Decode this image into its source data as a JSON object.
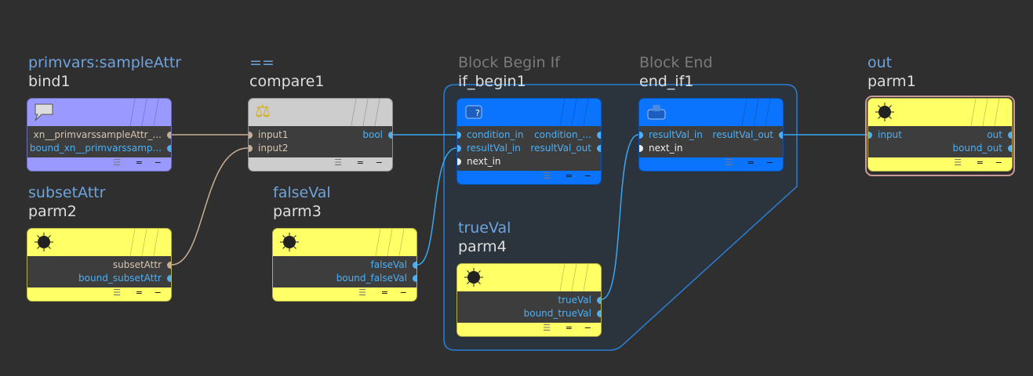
{
  "colors": {
    "bind": "#9a99ff",
    "compare": "#cdcdcd",
    "block": "#0b74ff",
    "parm": "#ffff66",
    "wire_tan": "#c8ae95",
    "wire_blue": "#3aa8f0",
    "block_outline": "#2a7fd4"
  },
  "nodes": {
    "bind1": {
      "type": "primvars:sampleAttr",
      "name": "bind1",
      "icon": "speech-bubble-icon",
      "outputs": [
        "xn__primvarssampleAttr_...",
        "bound_xn__primvarssamp..."
      ]
    },
    "compare1": {
      "type": "==",
      "name": "compare1",
      "icon": "scales-icon",
      "inputs": [
        "input1",
        "input2"
      ],
      "outputs": [
        "bool"
      ]
    },
    "if_begin1": {
      "type": "Block Begin If",
      "name": "if_begin1",
      "icon": "block-if-icon",
      "inputs": [
        "condition_in",
        "resultVal_in",
        "next_in"
      ],
      "outputs": [
        "condition_...",
        "resultVal_out"
      ]
    },
    "end_if1": {
      "type": "Block End",
      "name": "end_if1",
      "icon": "block-end-icon",
      "inputs": [
        "resultVal_in",
        "next_in"
      ],
      "outputs": [
        "resultVal_out"
      ]
    },
    "parm1": {
      "type": "out",
      "name": "parm1",
      "icon": "knob-icon",
      "inputs": [
        "input"
      ],
      "outputs": [
        "out",
        "bound_out"
      ]
    },
    "parm2": {
      "type": "subsetAttr",
      "name": "parm2",
      "icon": "knob-icon",
      "outputs": [
        "subsetAttr",
        "bound_subsetAttr"
      ]
    },
    "parm3": {
      "type": "falseVal",
      "name": "parm3",
      "icon": "knob-icon",
      "outputs": [
        "falseVal",
        "bound_falseVal"
      ]
    },
    "parm4": {
      "type": "trueVal",
      "name": "parm4",
      "icon": "knob-icon",
      "outputs": [
        "trueVal",
        "bound_trueVal"
      ]
    }
  },
  "footer_glyphs": [
    "☰",
    "=",
    "−"
  ]
}
